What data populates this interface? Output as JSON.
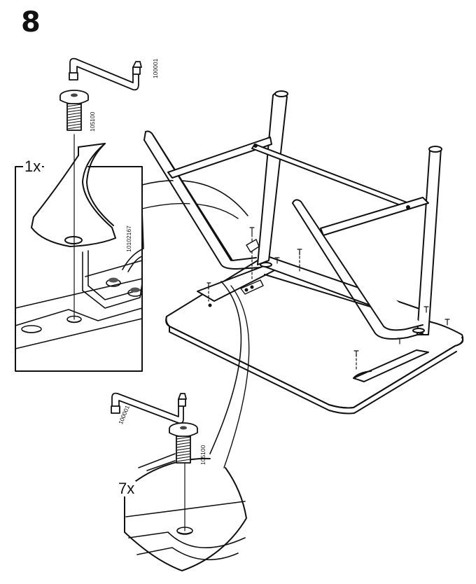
{
  "step": {
    "number": "8"
  },
  "callout_top": {
    "quantity": "1x",
    "allen_key_code": "100001",
    "bolt_code": "105100",
    "bracket_code": "10102167"
  },
  "callout_bottom": {
    "quantity": "7x",
    "allen_key_code": "100001",
    "bolt_code": "105100"
  }
}
